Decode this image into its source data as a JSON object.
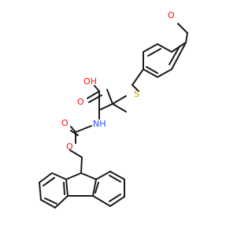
{
  "molecule": {
    "atoms": {
      "methoxy_o": "O",
      "sulfur": "S",
      "hydroxyl": "OH",
      "amine": "NH",
      "carbonyl_o_acid": "O",
      "carbonyl_o_carbamate": "O",
      "ester_o": "O"
    }
  },
  "colors": {
    "bond": "#1a1a1a",
    "oxygen": "#ff0d0d",
    "sulfur": "#b8a200",
    "nitrogen": "#2b4bff"
  }
}
